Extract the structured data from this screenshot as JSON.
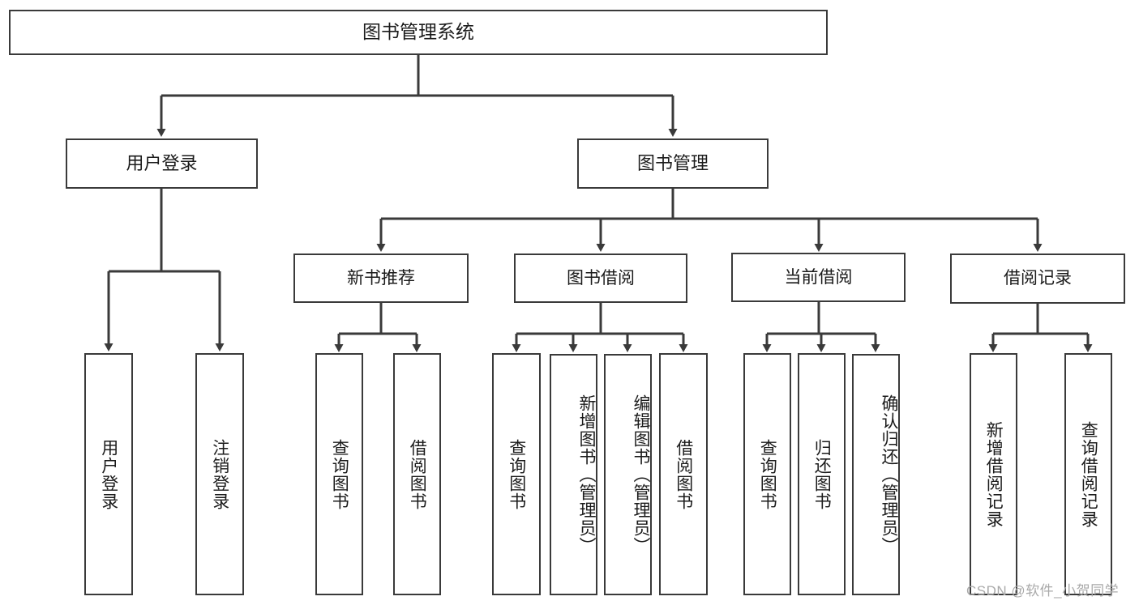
{
  "diagram": {
    "title": "图书管理系统",
    "type": "hierarchy-tree",
    "root": {
      "label": "图书管理系统"
    },
    "level1": [
      {
        "label": "用户登录"
      },
      {
        "label": "图书管理"
      }
    ],
    "level2": [
      {
        "label": "新书推荐"
      },
      {
        "label": "图书借阅"
      },
      {
        "label": "当前借阅"
      },
      {
        "label": "借阅记录"
      }
    ],
    "leaves": {
      "user_login": [
        {
          "label": "用户登录"
        },
        {
          "label": "注销登录"
        }
      ],
      "new_book_recommend": [
        {
          "label": "查询图书"
        },
        {
          "label": "借阅图书"
        }
      ],
      "book_borrow": [
        {
          "label": "查询图书"
        },
        {
          "label": "新增图书（管理员）"
        },
        {
          "label": "编辑图书（管理员）"
        },
        {
          "label": "借阅图书"
        }
      ],
      "current_borrow": [
        {
          "label": "查询图书"
        },
        {
          "label": "归还图书"
        },
        {
          "label": "确认归还（管理员）"
        }
      ],
      "borrow_records": [
        {
          "label": "新增借阅记录"
        },
        {
          "label": "查询借阅记录"
        }
      ]
    }
  },
  "watermark": {
    "text": "CSDN @软件_小贺同学"
  },
  "colors": {
    "stroke": "#3a3a3a",
    "box_fill": "#ffffff",
    "text": "#1b1b1b",
    "watermark": "#a9a9a9"
  }
}
